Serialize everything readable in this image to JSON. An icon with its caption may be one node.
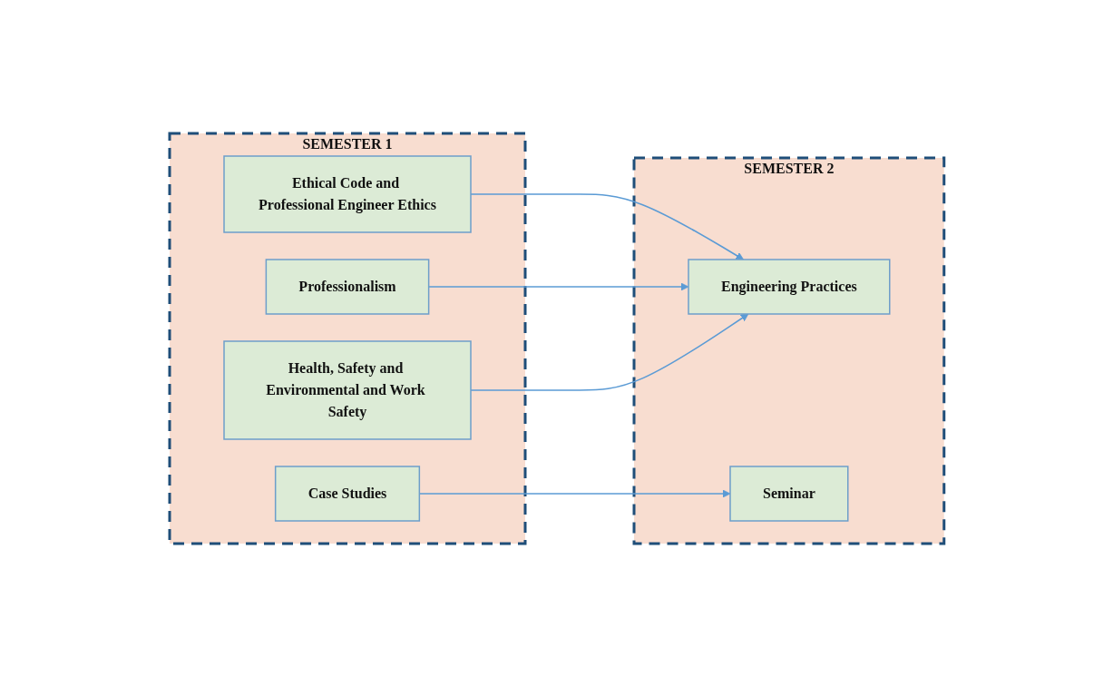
{
  "diagram": {
    "nodes": [
      {
        "text": [
          "SEMESTER 1"
        ]
      },
      {
        "text": [
          "Ethical Code and Professional Engineer Ethics"
        ],
        "in": 0
      },
      {
        "text": [
          "Professionalism"
        ],
        "in": 0
      },
      {
        "text": [
          "Health, Safety and Environmental and Work Safety"
        ],
        "in": 0
      },
      {
        "text": [
          "Case Studies"
        ],
        "in": 0
      },
      {
        "text": [
          "SEMESTER 2"
        ]
      },
      {
        "text": [
          "Engineering Practices"
        ],
        "in": 5
      },
      {
        "text": [
          "Seminar"
        ],
        "in": 5
      }
    ],
    "edges": [
      {
        "from": 1,
        "to": 6,
        "arrow": "to"
      },
      {
        "from": 2,
        "to": 6,
        "arrow": "to"
      },
      {
        "from": 3,
        "to": 6,
        "arrow": "to"
      },
      {
        "from": 4,
        "to": 7,
        "arrow": "to"
      }
    ]
  }
}
